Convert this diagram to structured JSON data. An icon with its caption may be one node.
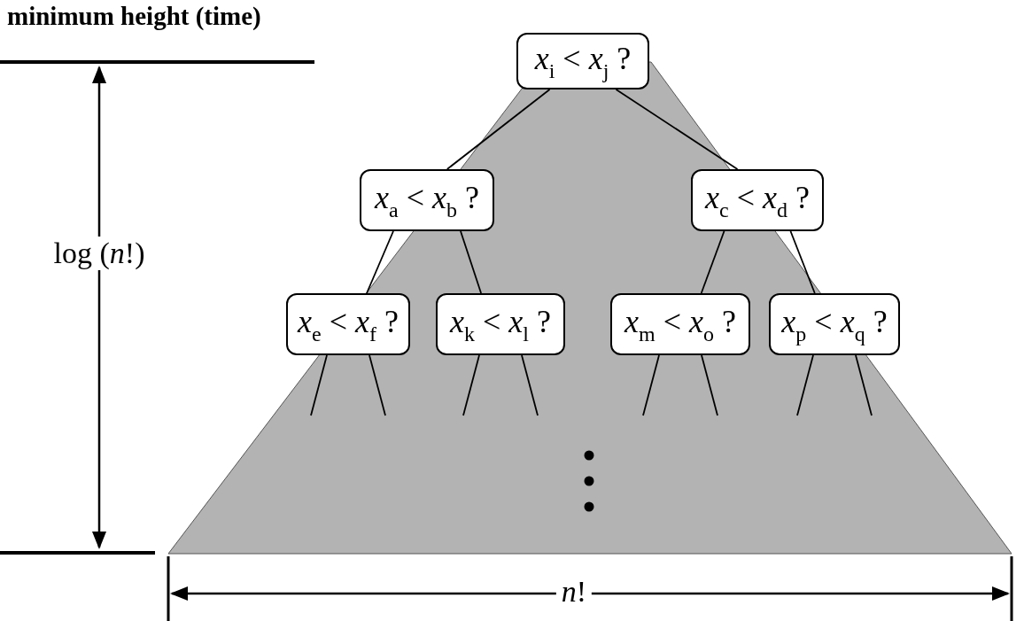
{
  "diagram": {
    "title": "minimum height (time)",
    "nodes": [
      {
        "text": [
          "*x*$_{i}$ < *x*$_{j}$ ?"
        ]
      },
      {
        "text": [
          "*x*$_{a}$ < *x*$_{b}$ ?"
        ]
      },
      {
        "text": [
          "*x*$_{c}$ < *x*$_{d}$ ?"
        ]
      },
      {
        "text": [
          "*x*$_{e}$ < *x*$_{f}$ ?"
        ]
      },
      {
        "text": [
          "*x*$_{k}$ < *x*$_{l}$ ?"
        ]
      },
      {
        "text": [
          "*x*$_{m}$ < *x*$_{o}$ ?"
        ]
      },
      {
        "text": [
          "*x*$_{p}$ < *x*$_{q}$ ?"
        ]
      }
    ],
    "edges": [
      {
        "from": 0,
        "to": 1,
        "arrow": "none"
      },
      {
        "from": 0,
        "to": 2,
        "arrow": "none"
      },
      {
        "from": 1,
        "to": 3,
        "arrow": "none"
      },
      {
        "from": 1,
        "to": 4,
        "arrow": "none"
      },
      {
        "from": 2,
        "to": 5,
        "arrow": "none"
      },
      {
        "from": 2,
        "to": 6,
        "arrow": "none"
      },
      {
        "from": 3,
        "to": null,
        "arrow": "none"
      },
      {
        "from": 3,
        "to": null,
        "arrow": "none"
      },
      {
        "from": 4,
        "to": null,
        "arrow": "none"
      },
      {
        "from": 4,
        "to": null,
        "arrow": "none"
      },
      {
        "from": 5,
        "to": null,
        "arrow": "none"
      },
      {
        "from": 5,
        "to": null,
        "arrow": "none"
      },
      {
        "from": 6,
        "to": null,
        "arrow": "none"
      },
      {
        "from": 6,
        "to": null,
        "arrow": "none"
      }
    ],
    "labels": [
      "log (*n*!)",
      "*n*!"
    ]
  }
}
